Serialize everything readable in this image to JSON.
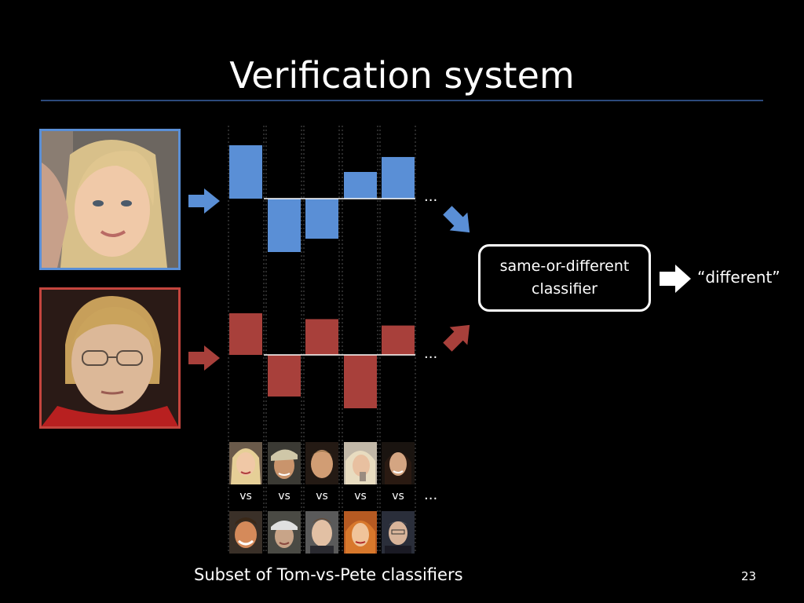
{
  "slide": {
    "title": "Verification system",
    "classifier_line1": "same-or-different",
    "classifier_line2": "classifier",
    "output": "“different”",
    "ellipsis_top": "...",
    "ellipsis_bottom": "...",
    "ellipsis_thumbs": "...",
    "vs_label": "vs",
    "caption": "Subset of Tom-vs-Pete classifiers",
    "page_number": "23"
  },
  "colors": {
    "blue": "#5a8fd6",
    "red": "#a8403b",
    "rule": "#2c4a7c",
    "white": "#ffffff"
  },
  "icons": {
    "arrow": "right-arrow-icon",
    "diagonal_arrow": "diagonal-arrow-icon"
  },
  "bars": {
    "face_a": [
      1.0,
      -1.0,
      -0.75,
      0.5,
      0.78
    ],
    "face_b": [
      0.78,
      -0.78,
      0.67,
      -1.0,
      0.55
    ]
  }
}
